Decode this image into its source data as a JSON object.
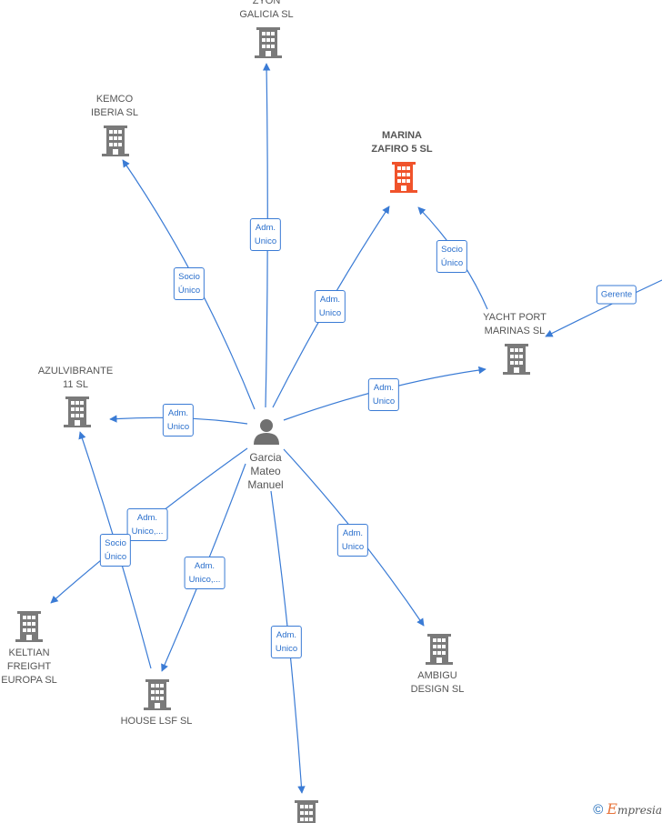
{
  "center": {
    "name_lines": [
      "Garcia",
      "Mateo",
      "Manuel"
    ]
  },
  "companies": [
    {
      "id": "zyon",
      "lines": [
        "ZYON",
        "GALICIA SL"
      ],
      "highlight": false
    },
    {
      "id": "kemco",
      "lines": [
        "KEMCO",
        "IBERIA  SL"
      ],
      "highlight": false
    },
    {
      "id": "marina",
      "lines": [
        "MARINA",
        "ZAFIRO 5  SL"
      ],
      "highlight": true
    },
    {
      "id": "yacht",
      "lines": [
        "YACHT PORT",
        "MARINAS SL"
      ],
      "highlight": false
    },
    {
      "id": "azul",
      "lines": [
        "AZULVIBRANTE",
        "11  SL"
      ],
      "highlight": false
    },
    {
      "id": "keltian",
      "lines": [
        "KELTIAN",
        "FREIGHT",
        "EUROPA  SL"
      ],
      "highlight": false
    },
    {
      "id": "house",
      "lines": [
        "HOUSE LSF  SL"
      ],
      "highlight": false
    },
    {
      "id": "ambigu",
      "lines": [
        "AMBIGU",
        "DESIGN  SL"
      ],
      "highlight": false
    },
    {
      "id": "bottom",
      "lines": [],
      "highlight": false
    }
  ],
  "edges": [
    {
      "id": "e-zyon",
      "lines": [
        "Adm.",
        "Unico"
      ]
    },
    {
      "id": "e-kemco",
      "lines": [
        "Socio",
        "Único"
      ]
    },
    {
      "id": "e-marina",
      "lines": [
        "Adm.",
        "Unico"
      ]
    },
    {
      "id": "e-yacht-marina",
      "lines": [
        "Socio",
        "Único"
      ]
    },
    {
      "id": "e-gerente",
      "lines": [
        "Gerente"
      ]
    },
    {
      "id": "e-yacht",
      "lines": [
        "Adm.",
        "Unico"
      ]
    },
    {
      "id": "e-azul",
      "lines": [
        "Adm.",
        "Unico"
      ]
    },
    {
      "id": "e-keltian",
      "lines": [
        "Adm.",
        "Unico,..."
      ]
    },
    {
      "id": "e-house-socio",
      "lines": [
        "Socio",
        "Único"
      ]
    },
    {
      "id": "e-house",
      "lines": [
        "Adm.",
        "Unico,..."
      ]
    },
    {
      "id": "e-ambigu",
      "lines": [
        "Adm.",
        "Unico"
      ]
    },
    {
      "id": "e-bottom",
      "lines": [
        "Adm.",
        "Unico"
      ]
    }
  ],
  "colors": {
    "edge": "#3a7bd5",
    "building": "#7a7a7a",
    "highlight": "#f0532b",
    "person": "#707070"
  },
  "footer": {
    "copyright": "©",
    "brand_initial": "E",
    "brand_rest": "mpresia"
  }
}
